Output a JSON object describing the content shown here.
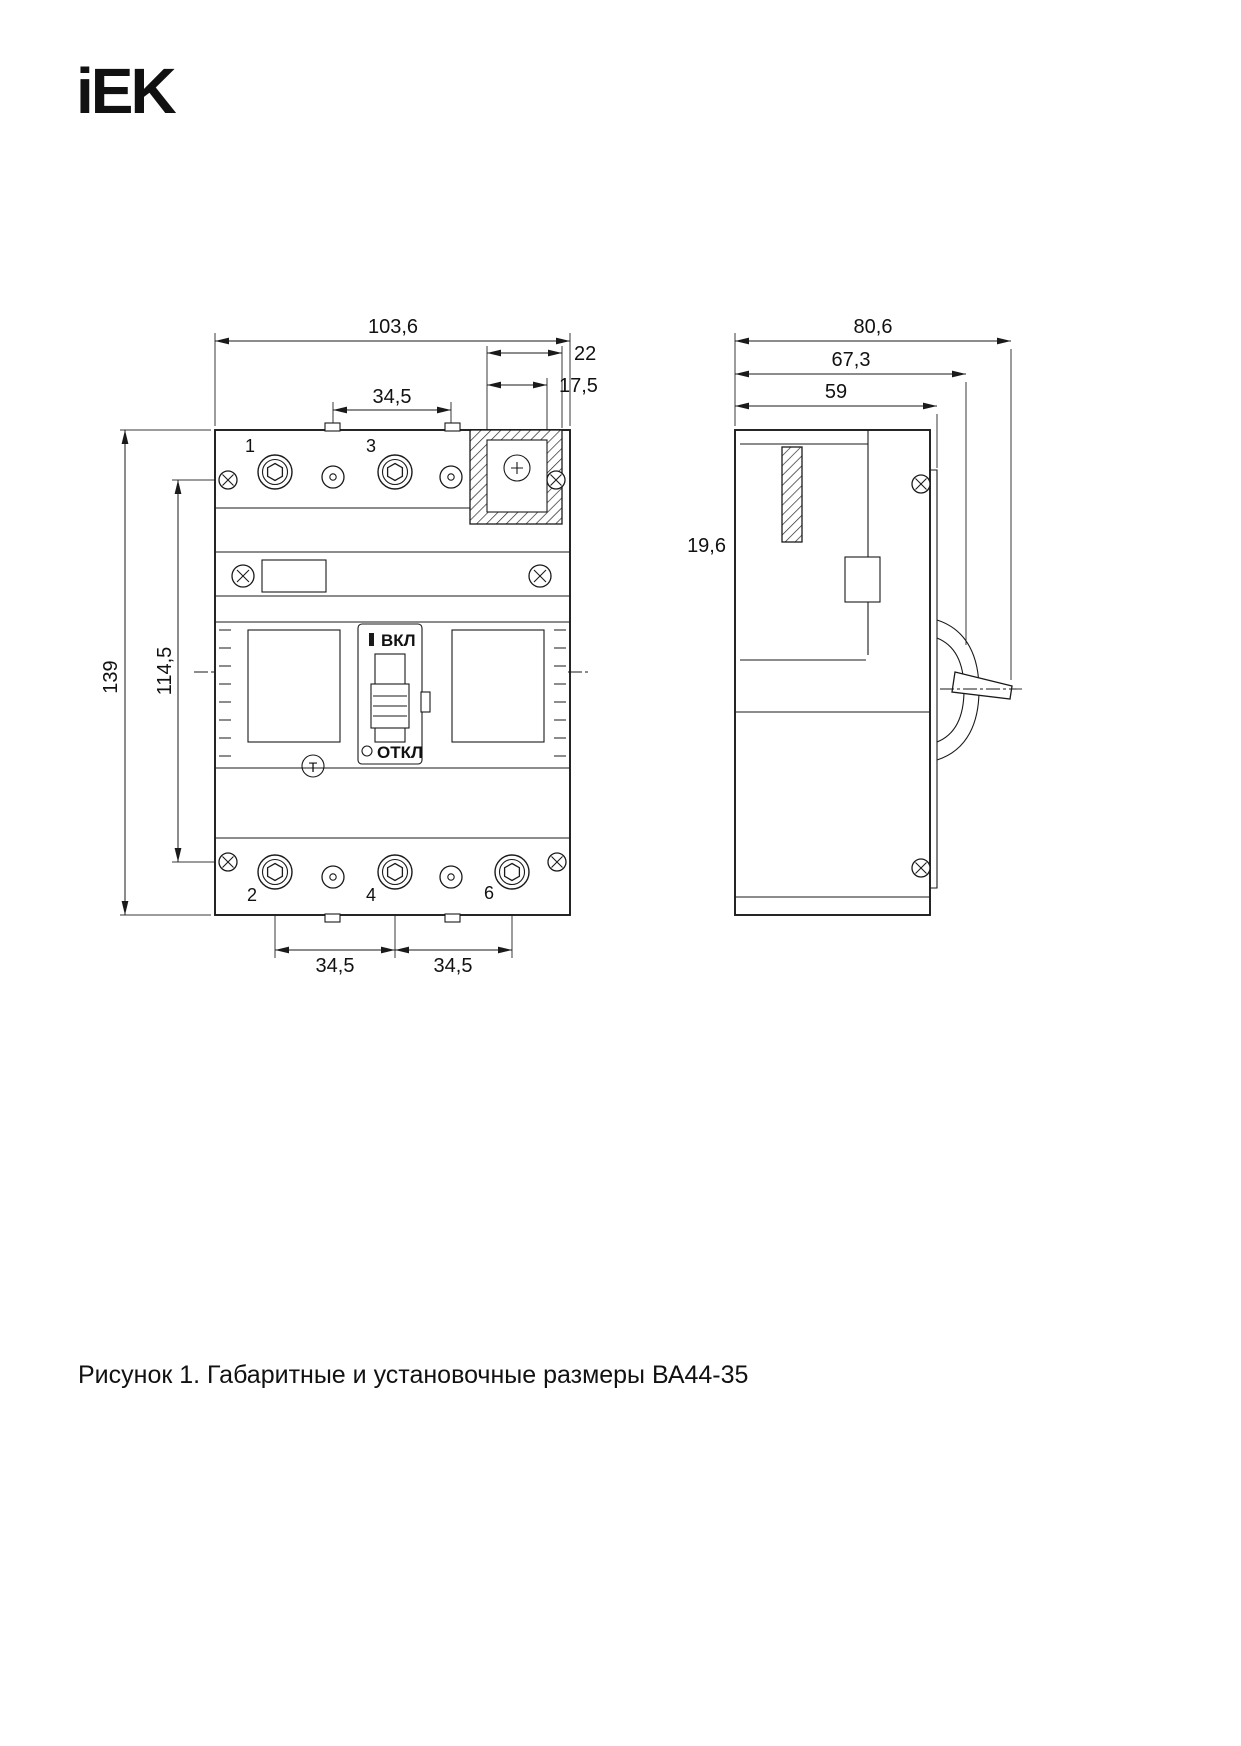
{
  "logo": {
    "text": "iEK"
  },
  "caption": {
    "text": "Рисунок 1. Габаритные и установочные размеры ВА44-35"
  },
  "front_view": {
    "dims": {
      "overall_width": "103,6",
      "terminal_offset": "22",
      "terminal_width": "17,5",
      "top_pitch": "34,5",
      "overall_height": "139",
      "mounting_height": "114,5",
      "bottom_pitch_left": "34,5",
      "bottom_pitch_right": "34,5"
    },
    "labels": {
      "on": "ВКЛ",
      "off": "ОТКЛ",
      "test": "Т",
      "pole_1": "1",
      "pole_3": "3",
      "pole_2": "2",
      "pole_4": "4",
      "pole_6": "6"
    }
  },
  "side_view": {
    "dims": {
      "overall_depth": "80,6",
      "depth_to_handle_base": "67,3",
      "case_depth": "59",
      "rail_offset": "19,6"
    }
  }
}
